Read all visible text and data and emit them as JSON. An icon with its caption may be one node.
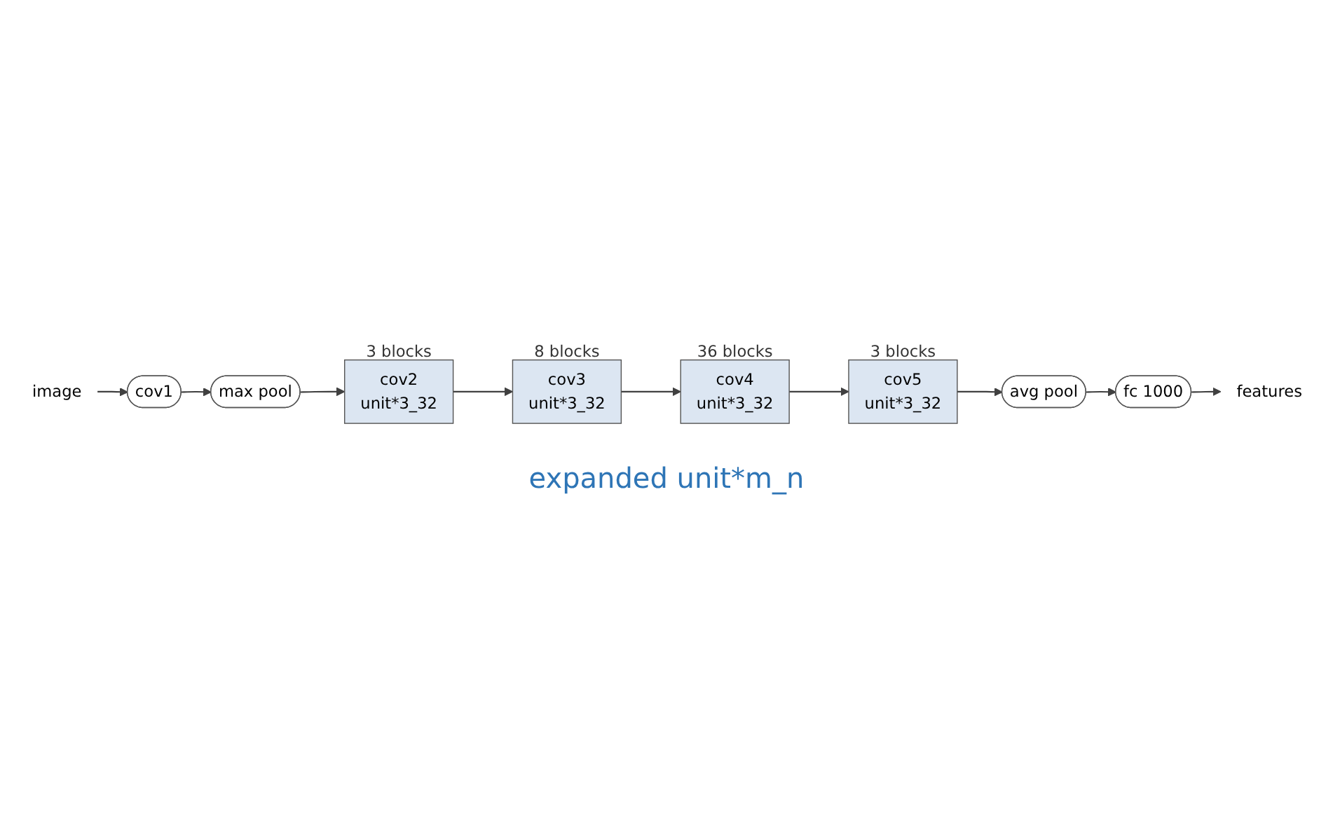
{
  "diagram": {
    "nodes": [
      {
        "text": [
          "image"
        ]
      },
      {
        "text": [
          "cov1"
        ]
      },
      {
        "text": [
          "max pool"
        ]
      },
      {
        "text": [
          "cov2",
          "unit*3_32"
        ],
        "beside": [
          "3 blocks"
        ]
      },
      {
        "text": [
          "cov3",
          "unit*3_32"
        ],
        "beside": [
          "8 blocks"
        ]
      },
      {
        "text": [
          "cov4",
          "unit*3_32"
        ],
        "beside": [
          "36 blocks"
        ]
      },
      {
        "text": [
          "cov5",
          "unit*3_32"
        ],
        "beside": [
          "3 blocks"
        ]
      },
      {
        "text": [
          "avg pool"
        ]
      },
      {
        "text": [
          "fc 1000"
        ]
      },
      {
        "text": [
          "features"
        ]
      }
    ],
    "edges": [
      {
        "from": 0,
        "to": 1,
        "arrow": "to"
      },
      {
        "from": 1,
        "to": 2,
        "arrow": "to"
      },
      {
        "from": 2,
        "to": 3,
        "arrow": "to"
      },
      {
        "from": 3,
        "to": 4,
        "arrow": "to"
      },
      {
        "from": 4,
        "to": 5,
        "arrow": "to"
      },
      {
        "from": 5,
        "to": 6,
        "arrow": "to"
      },
      {
        "from": 6,
        "to": 7,
        "arrow": "to"
      },
      {
        "from": 7,
        "to": 8,
        "arrow": "to"
      },
      {
        "from": 8,
        "to": 9,
        "arrow": "to"
      }
    ],
    "labels": [
      "expanded unit*m_n"
    ]
  }
}
